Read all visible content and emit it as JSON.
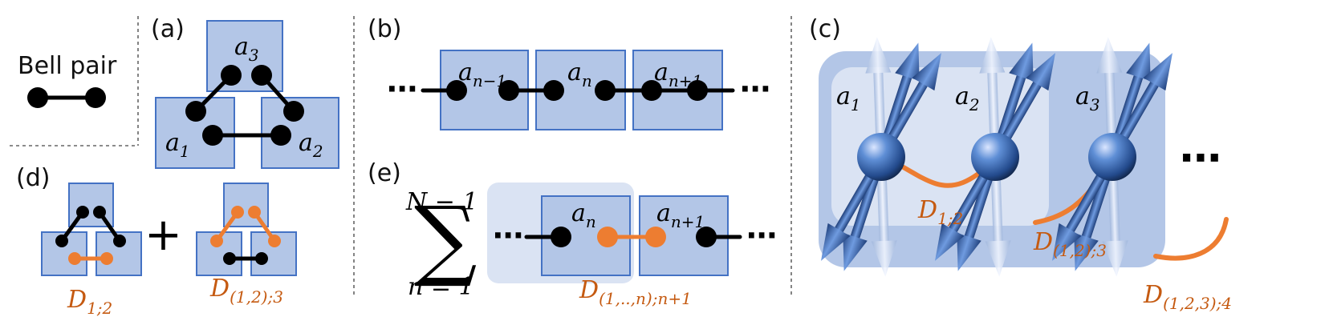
{
  "panels": {
    "a": "(a)",
    "b": "(b)",
    "c": "(c)",
    "d": "(d)",
    "e": "(e)"
  },
  "legend": {
    "bell_pair": "Bell pair"
  },
  "panel_a": {
    "a1": {
      "base": "a",
      "sub": "1"
    },
    "a2": {
      "base": "a",
      "sub": "2"
    },
    "a3": {
      "base": "a",
      "sub": "3"
    }
  },
  "panel_b": {
    "left": {
      "base": "a",
      "sub": "n−1"
    },
    "mid": {
      "base": "a",
      "sub": "n"
    },
    "right": {
      "base": "a",
      "sub": "n+1"
    },
    "ellipsis": "⋯"
  },
  "panel_c": {
    "a1": {
      "base": "a",
      "sub": "1"
    },
    "a2": {
      "base": "a",
      "sub": "2"
    },
    "a3": {
      "base": "a",
      "sub": "3"
    },
    "d12": {
      "base": "D",
      "sub": "1;2"
    },
    "d123": {
      "base": "D",
      "sub": "(1,2);3"
    },
    "d1234": {
      "base": "D",
      "sub": "(1,2,3);4"
    },
    "ellipsis": "⋯"
  },
  "panel_d": {
    "plus": "+",
    "d12": {
      "base": "D",
      "sub": "1;2"
    },
    "d123": {
      "base": "D",
      "sub": "(1,2);3"
    }
  },
  "panel_e": {
    "sum_top": "N − 1",
    "sum_bottom": "n = 1",
    "sum_symbol": "∑",
    "an": {
      "base": "a",
      "sub": "n"
    },
    "an1": {
      "base": "a",
      "sub": "n+1"
    },
    "dlabel": {
      "base": "D",
      "sub": "(1,..,n);n+1"
    },
    "ellipsis": "⋯"
  },
  "colors": {
    "box_fill": "#b3c6e7",
    "box_stroke": "#4472c4",
    "orange": "#ed7d31",
    "orange_text": "#c55a11",
    "spin": "#3d6db8"
  },
  "icons": [
    "spin-arrow-icon",
    "bell-pair-icon"
  ]
}
